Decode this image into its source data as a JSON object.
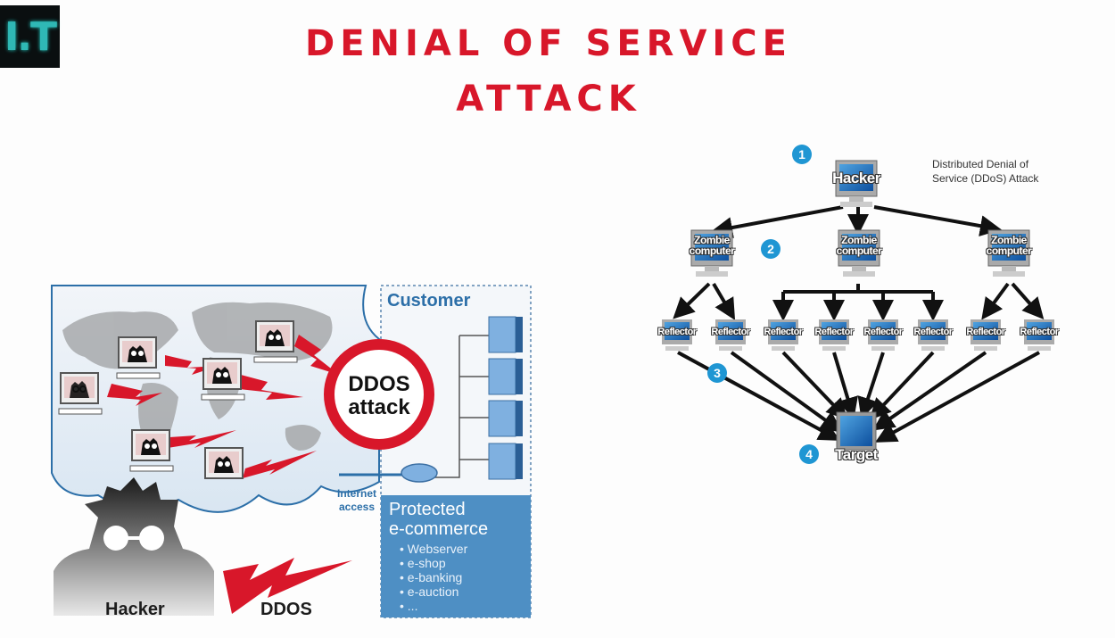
{
  "logo": {
    "text": "I.T"
  },
  "title": {
    "line1": "DENIAL OF SERVICE",
    "line2": "ATTACK"
  },
  "colors": {
    "title_red": "#d8172a",
    "step_blue": "#1f96d3",
    "panel_blue": "#4e8fc4",
    "logo_teal": "#2fb8b5"
  },
  "left_diagram": {
    "stop_sign": {
      "line1": "DDOS",
      "line2": "attack"
    },
    "customer_label": "Customer",
    "internet_label": {
      "line1": "Internet",
      "line2": "access"
    },
    "protected": {
      "title_line1": "Protected",
      "title_line2": "e-commerce",
      "items": [
        "Webserver",
        "e-shop",
        "e-banking",
        "e-auction",
        "..."
      ]
    },
    "hacker_label": "Hacker",
    "ddos_label": "DDOS"
  },
  "right_diagram": {
    "title_line1": "Distributed Denial of",
    "title_line2": "Service (DDoS) Attack",
    "steps": [
      "1",
      "2",
      "3",
      "4"
    ],
    "hacker": "Hacker",
    "zombies": [
      {
        "line1": "Zombie",
        "line2": "computer"
      },
      {
        "line1": "Zombie",
        "line2": "computer"
      },
      {
        "line1": "Zombie",
        "line2": "computer"
      }
    ],
    "reflectors": [
      "Reflector",
      "Reflector",
      "Reflector",
      "Reflector",
      "Reflector",
      "Reflector",
      "Reflector",
      "Reflector"
    ],
    "target": "Target"
  }
}
